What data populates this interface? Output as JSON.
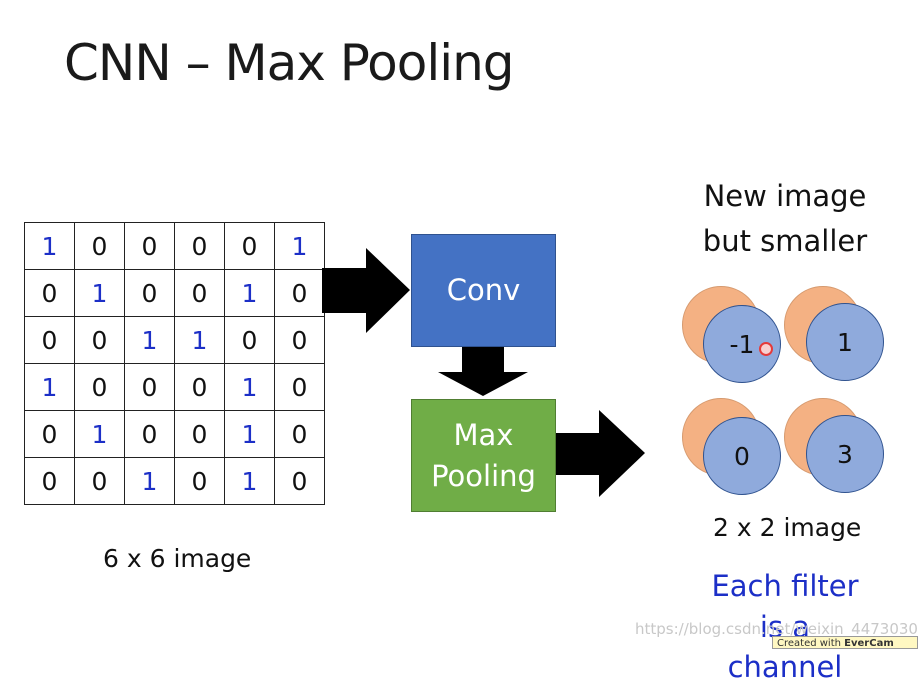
{
  "title": "CNN – Max Pooling",
  "matrix": [
    [
      "1",
      "0",
      "0",
      "0",
      "0",
      "1"
    ],
    [
      "0",
      "1",
      "0",
      "0",
      "1",
      "0"
    ],
    [
      "0",
      "0",
      "1",
      "1",
      "0",
      "0"
    ],
    [
      "1",
      "0",
      "0",
      "0",
      "1",
      "0"
    ],
    [
      "0",
      "1",
      "0",
      "0",
      "1",
      "0"
    ],
    [
      "0",
      "0",
      "1",
      "0",
      "1",
      "0"
    ]
  ],
  "matrix_caption": "6 x 6 image",
  "conv_label": "Conv",
  "pool_label_line1": "Max",
  "pool_label_line2": "Pooling",
  "new_image_line1": "New image",
  "new_image_line2": "but smaller",
  "output_values": [
    "-1",
    "1",
    "0",
    "3"
  ],
  "output_caption": "2 x 2 image",
  "note_line1": "Each filter",
  "note_line2": "is a channel",
  "watermark": "https://blog.csdn.net/weixin_4473030",
  "evercam_prefix": "Created with",
  "evercam_brand": "EverCam",
  "colors": {
    "one": "#1c2fc7",
    "conv": "#4472c4",
    "pool": "#70ad47",
    "circle_front": "#8faadc",
    "circle_back": "#f4b183"
  }
}
